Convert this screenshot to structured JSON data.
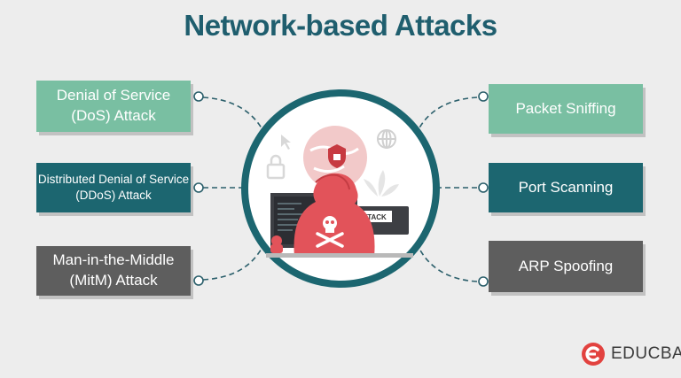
{
  "title": "Network-based Attacks",
  "left_items": [
    {
      "line1": "Denial of Service",
      "line2": "(DoS) Attack"
    },
    {
      "line1": "Distributed Denial of Service",
      "line2": "(DDoS) Attack"
    },
    {
      "line1": "Man-in-the-Middle",
      "line2": "(MitM) Attack"
    }
  ],
  "right_items": [
    {
      "label": "Packet Sniffing"
    },
    {
      "label": "Port Scanning"
    },
    {
      "label": "ARP Spoofing"
    }
  ],
  "illustration": {
    "screen_text": "ATTACK"
  },
  "brand": {
    "name": "EDUCBA"
  },
  "colors": {
    "title": "#1f5e6e",
    "green": "#79bfa2",
    "teal": "#1c6670",
    "grey": "#5e5e5e",
    "hacker": "#e2535a",
    "brand_red": "#e2423f"
  }
}
